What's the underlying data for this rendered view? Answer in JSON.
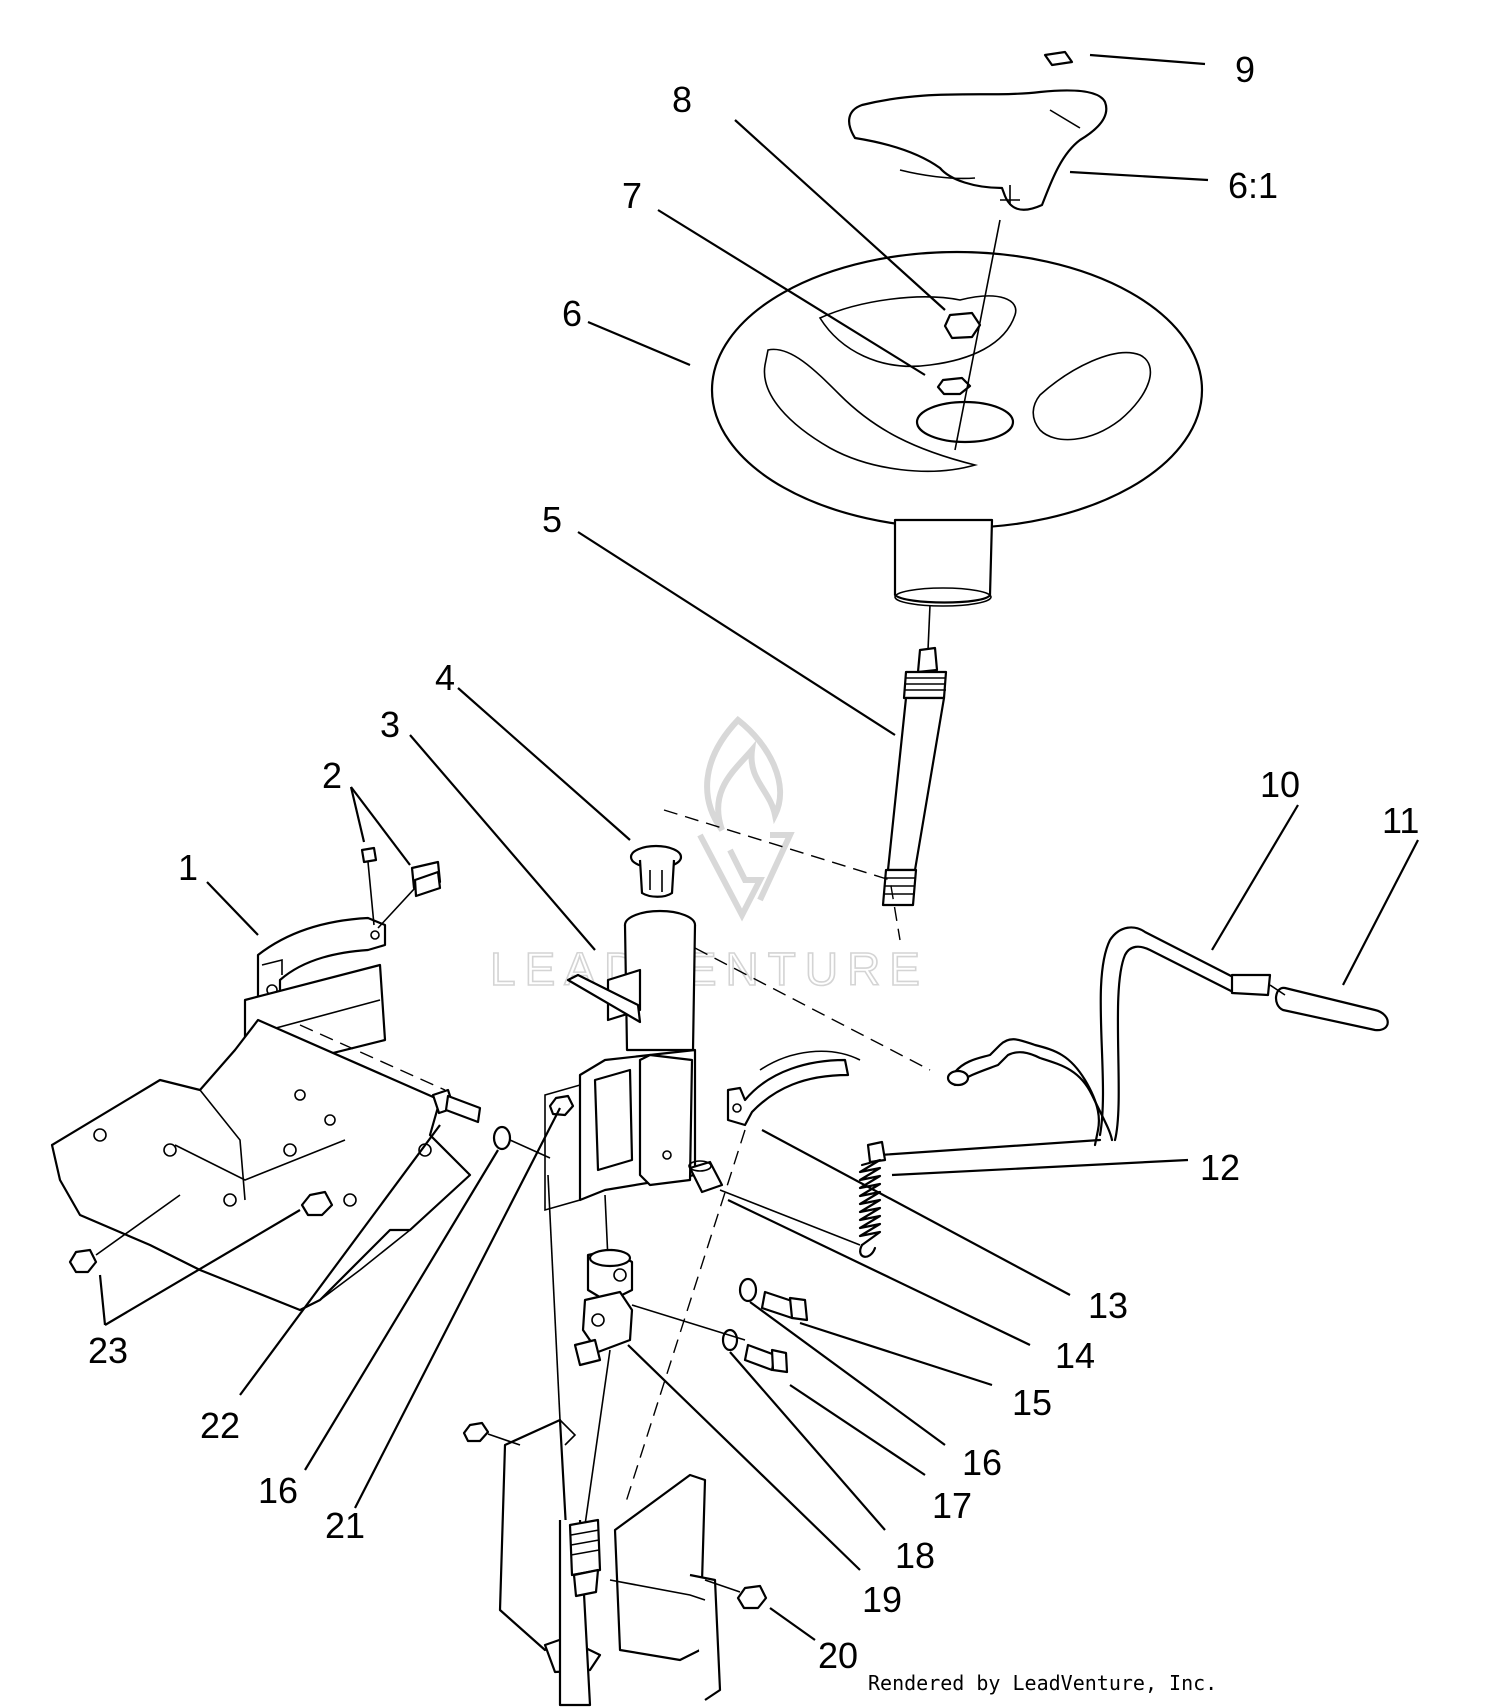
{
  "callouts": {
    "c1": "1",
    "c2": "2",
    "c3": "3",
    "c4": "4",
    "c5": "5",
    "c6": "6",
    "c6_1": "6:1",
    "c7": "7",
    "c8": "8",
    "c9": "9",
    "c10": "10",
    "c11": "11",
    "c12": "12",
    "c13": "13",
    "c14": "14",
    "c15": "15",
    "c16a": "16",
    "c16b": "16",
    "c17": "17",
    "c18": "18",
    "c19": "19",
    "c20": "20",
    "c21": "21",
    "c22": "22",
    "c23": "23"
  },
  "credit": "Rendered by LeadVenture, Inc.",
  "watermark": "LEADVENTURE",
  "colors": {
    "line": "#000000",
    "background": "#ffffff",
    "watermark": "#d4d4d4"
  }
}
